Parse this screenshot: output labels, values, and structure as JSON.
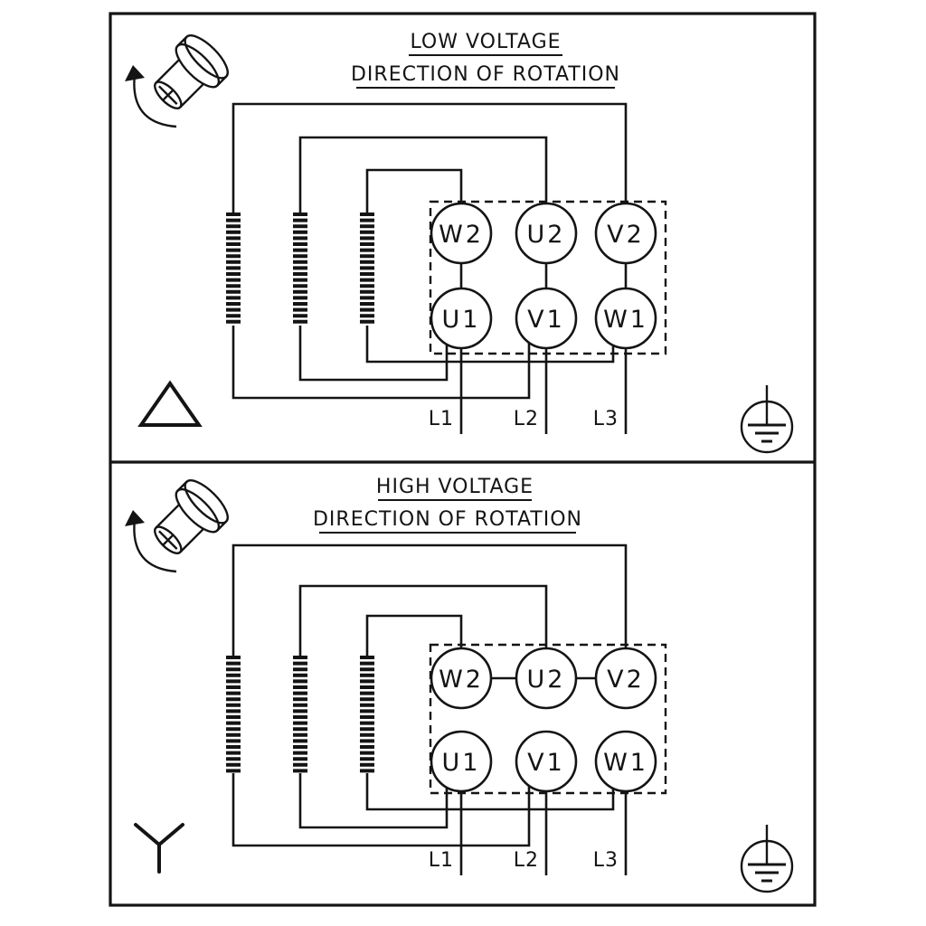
{
  "panels": [
    {
      "title": "LOW VOLTAGE",
      "subtitle": "DIRECTION OF ROTATION",
      "connection_symbol": "delta",
      "terminals_top": [
        "W2",
        "U2",
        "V2"
      ],
      "terminals_bottom": [
        "U1",
        "V1",
        "W1"
      ],
      "supply_lines": [
        "L1",
        "L2",
        "L3"
      ]
    },
    {
      "title": "HIGH VOLTAGE",
      "subtitle": "DIRECTION OF ROTATION",
      "connection_symbol": "star",
      "terminals_top": [
        "W2",
        "U2",
        "V2"
      ],
      "terminals_bottom": [
        "U1",
        "V1",
        "W1"
      ],
      "supply_lines": [
        "L1",
        "L2",
        "L3"
      ]
    }
  ],
  "colors": {
    "line": "#141414",
    "background": "#ffffff"
  }
}
